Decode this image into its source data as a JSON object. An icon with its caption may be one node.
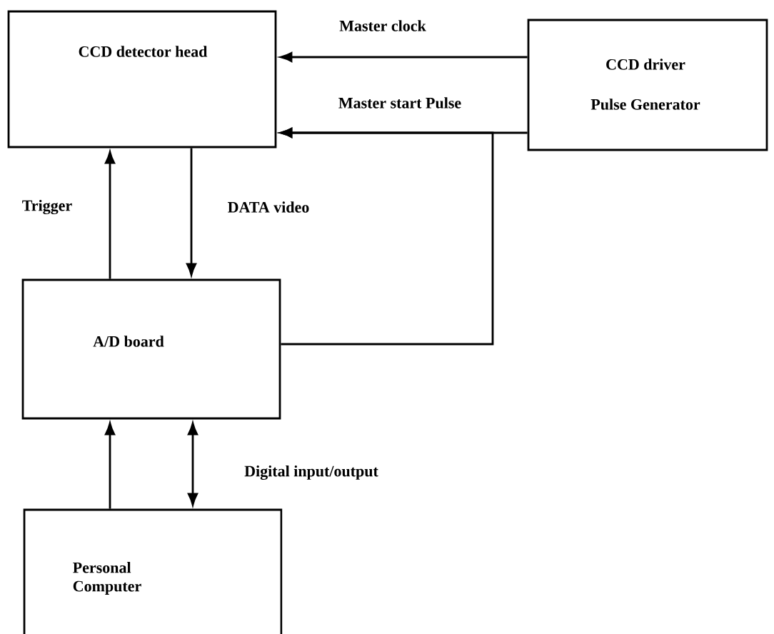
{
  "diagram": {
    "nodes": [
      {
        "text": [
          "CCD detector head"
        ]
      },
      {
        "text": [
          "CCD driver",
          "Pulse Generator"
        ]
      },
      {
        "text": [
          "A/D board"
        ]
      },
      {
        "text": [
          "Personal Computer"
        ]
      }
    ],
    "edges": [
      {
        "from": 1,
        "to": 0,
        "arrow": "to",
        "label": "Master clock"
      },
      {
        "from": 1,
        "to": 0,
        "arrow": "to",
        "label": "Master start Pulse"
      },
      {
        "from": 2,
        "to": 0,
        "arrow": "to"
      },
      {
        "from": 2,
        "to": 0,
        "arrow": "to",
        "label": "Trigger"
      },
      {
        "from": 0,
        "to": 2,
        "arrow": "to",
        "label": "DATA video"
      },
      {
        "from": 3,
        "to": 2,
        "arrow": "to"
      },
      {
        "from": 3,
        "to": 2,
        "arrow": "both",
        "label": "Digital input/output"
      }
    ]
  }
}
